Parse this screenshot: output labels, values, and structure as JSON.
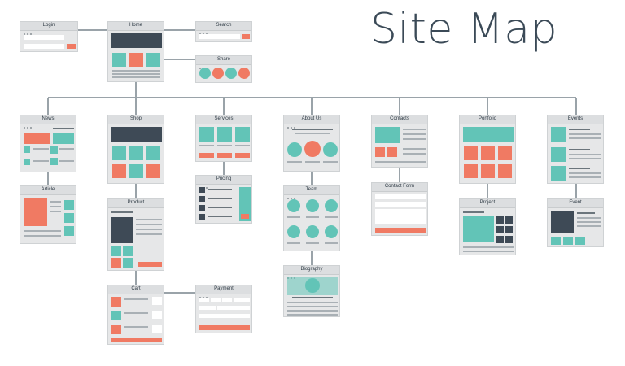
{
  "title": "Site Map",
  "colors": {
    "teal": "#62c4b7",
    "salmon": "#f07a63",
    "dark": "#3e4a56",
    "card": "#e6e7e8",
    "line": "#9aa3a9"
  },
  "nodes": {
    "login": "Login",
    "home": "Home",
    "search": "Search",
    "share": "Share",
    "news": "News",
    "article": "Article",
    "shop": "Shop",
    "product": "Product",
    "cart": "Cart",
    "payment": "Payment",
    "services": "Services",
    "pricing": "Pricing",
    "about_us": "About Us",
    "team": "Team",
    "biography": "Biography",
    "contacts": "Contacts",
    "contact_form": "Contact Form",
    "portfolio": "Portfolio",
    "project": "Project",
    "events": "Events",
    "event": "Event"
  }
}
